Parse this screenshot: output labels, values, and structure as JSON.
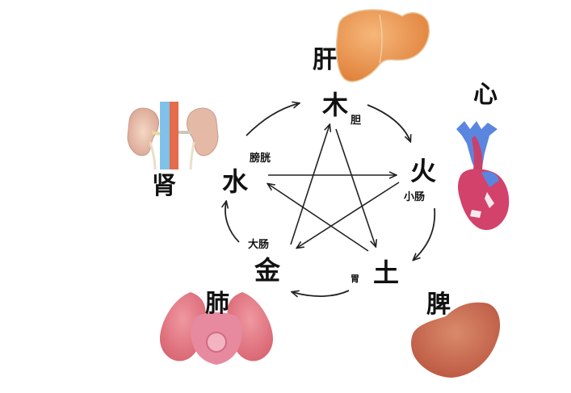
{
  "diagram": {
    "type": "five-elements-organ-cycle",
    "elements": [
      {
        "key": "wood",
        "label": "木",
        "organ": "肝",
        "fu": "胆"
      },
      {
        "key": "fire",
        "label": "火",
        "organ": "心",
        "fu": "小肠"
      },
      {
        "key": "earth",
        "label": "土",
        "organ": "脾",
        "fu": "胃"
      },
      {
        "key": "metal",
        "label": "金",
        "organ": "肺",
        "fu": "大肠"
      },
      {
        "key": "water",
        "label": "水",
        "organ": "肾",
        "fu": "膀胱"
      }
    ],
    "generating_cycle": [
      {
        "from": "水",
        "to": "木"
      },
      {
        "from": "木",
        "to": "火"
      },
      {
        "from": "火",
        "to": "土"
      },
      {
        "from": "土",
        "to": "金"
      },
      {
        "from": "金",
        "to": "水"
      }
    ],
    "controlling_cycle": [
      {
        "from": "水",
        "to": "火"
      },
      {
        "from": "火",
        "to": "金"
      },
      {
        "from": "金",
        "to": "木"
      },
      {
        "from": "木",
        "to": "土"
      },
      {
        "from": "土",
        "to": "水"
      }
    ],
    "colors": {
      "text": "#111111",
      "liver": "#e8954a",
      "heart_red": "#d2426a",
      "heart_blue": "#5a86e0",
      "kidney": "#e8b7a8",
      "lung": "#e07a86",
      "spleen": "#c8684e"
    }
  }
}
